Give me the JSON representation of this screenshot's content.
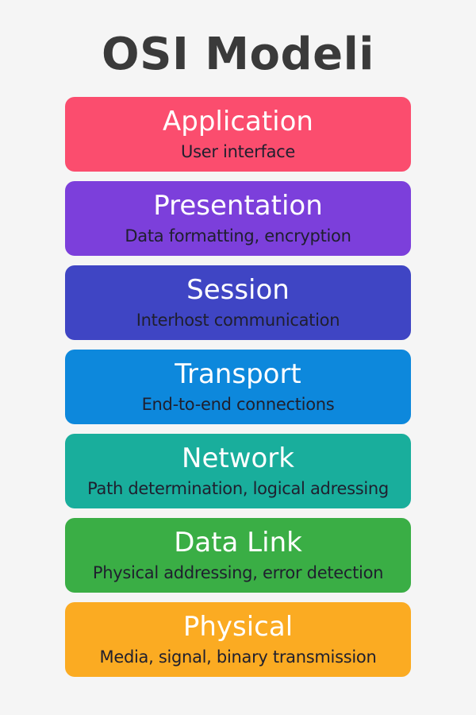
{
  "title": "OSI Modeli",
  "layers": [
    {
      "name": "Application",
      "description": "User interface",
      "color": "#fb4d6e"
    },
    {
      "name": "Presentation",
      "description": "Data formatting, encryption",
      "color": "#7c3fdb"
    },
    {
      "name": "Session",
      "description": "Interhost communication",
      "color": "#3f45c4"
    },
    {
      "name": "Transport",
      "description": "End-to-end connections",
      "color": "#0d88dc"
    },
    {
      "name": "Network",
      "description": "Path determination, logical adressing",
      "color": "#19ae9c"
    },
    {
      "name": "Data Link",
      "description": "Physical addressing, error detection",
      "color": "#3aae45"
    },
    {
      "name": "Physical",
      "description": "Media, signal, binary transmission",
      "color": "#fbab22"
    }
  ]
}
